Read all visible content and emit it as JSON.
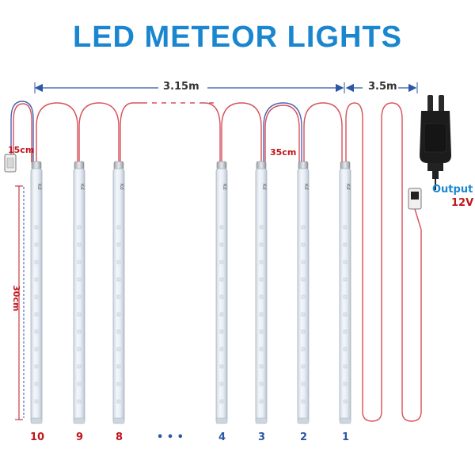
{
  "title": "LED METEOR LIGHTS",
  "dimensions": {
    "total_length": "3.15m",
    "lead_length": "3.5m",
    "end_lead": "15cm",
    "tube_spacing": "35cm",
    "tube_length": "30cm"
  },
  "tube_numbers": [
    "10",
    "9",
    "8",
    "4",
    "3",
    "2",
    "1"
  ],
  "ellipsis": "• • •",
  "output": {
    "label": "Output",
    "voltage": "12V"
  },
  "tube_label": "Kd",
  "colors": {
    "title_blue": "#1a86d0",
    "accent_red": "#c0161d",
    "wire_red": "#d7505a",
    "wire_blue": "#4a64b4",
    "tube_glass": "#e8eef5"
  }
}
